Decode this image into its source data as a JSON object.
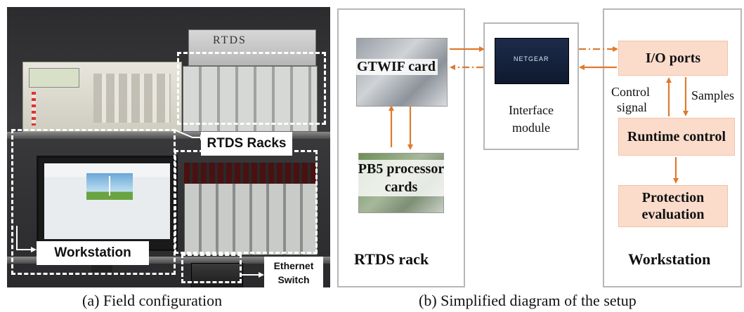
{
  "panel_a": {
    "rtds_brand": "RTDS",
    "labels": {
      "rtds_racks": "RTDS Racks",
      "workstation": "Workstation",
      "ethernet_line1": "Ethernet",
      "ethernet_line2": "Switch"
    },
    "caption": "(a) Field configuration"
  },
  "panel_b": {
    "rack": {
      "title": "RTDS rack",
      "gtwif": "GTWIF card",
      "pb5_line1": "PB5 processor",
      "pb5_line2": "cards"
    },
    "interface": {
      "line1": "Interface",
      "line2": "module",
      "brand": "NETGEAR"
    },
    "workstation": {
      "title": "Workstation",
      "io": "I/O ports",
      "control_line1": "Control",
      "control_line2": "signal",
      "samples": "Samples",
      "runtime": "Runtime control",
      "protection_line1": "Protection",
      "protection_line2": "evaluation"
    },
    "caption": "(b) Simplified diagram of the setup",
    "colors": {
      "arrow": "#e07a2e",
      "box_fill": "#fbdccb",
      "frame": "#b7b7b7"
    }
  }
}
